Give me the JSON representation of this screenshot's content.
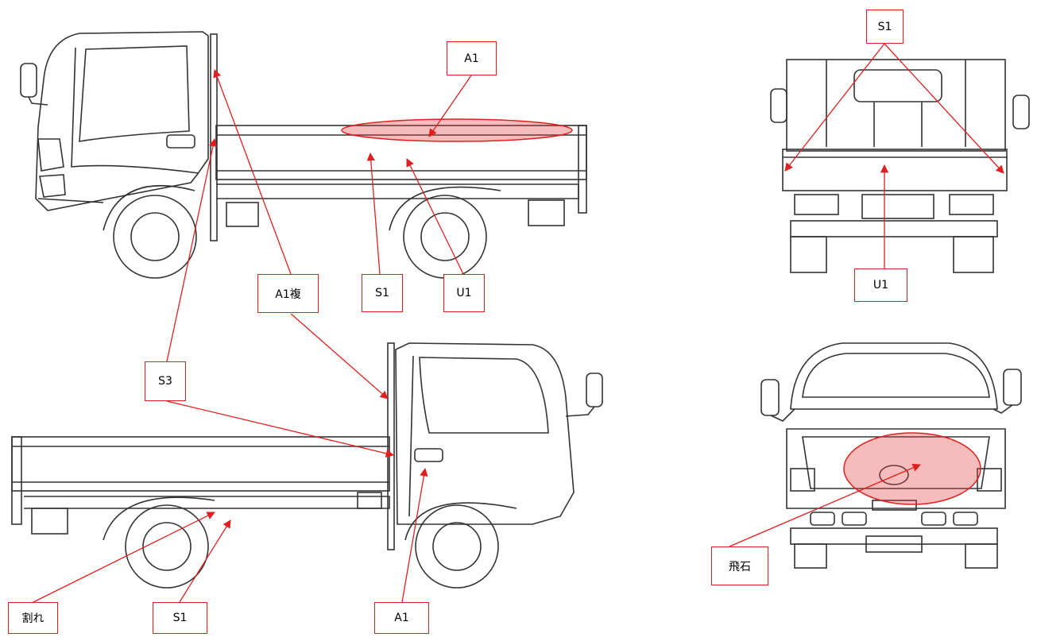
{
  "labels": {
    "a1_top": "A1",
    "a1_multi": "A1複",
    "s1_mid": "S1",
    "u1_mid": "U1",
    "s3": "S3",
    "crack": "割れ",
    "s1_bottom": "S1",
    "a1_bottom": "A1",
    "s1_rear": "S1",
    "u1_rear": "U1",
    "stone_chip": "飛石"
  },
  "colors": {
    "marker": "#e02020",
    "highlight_fill": "rgba(230,60,60,0.35)",
    "line_art": "#333333"
  }
}
